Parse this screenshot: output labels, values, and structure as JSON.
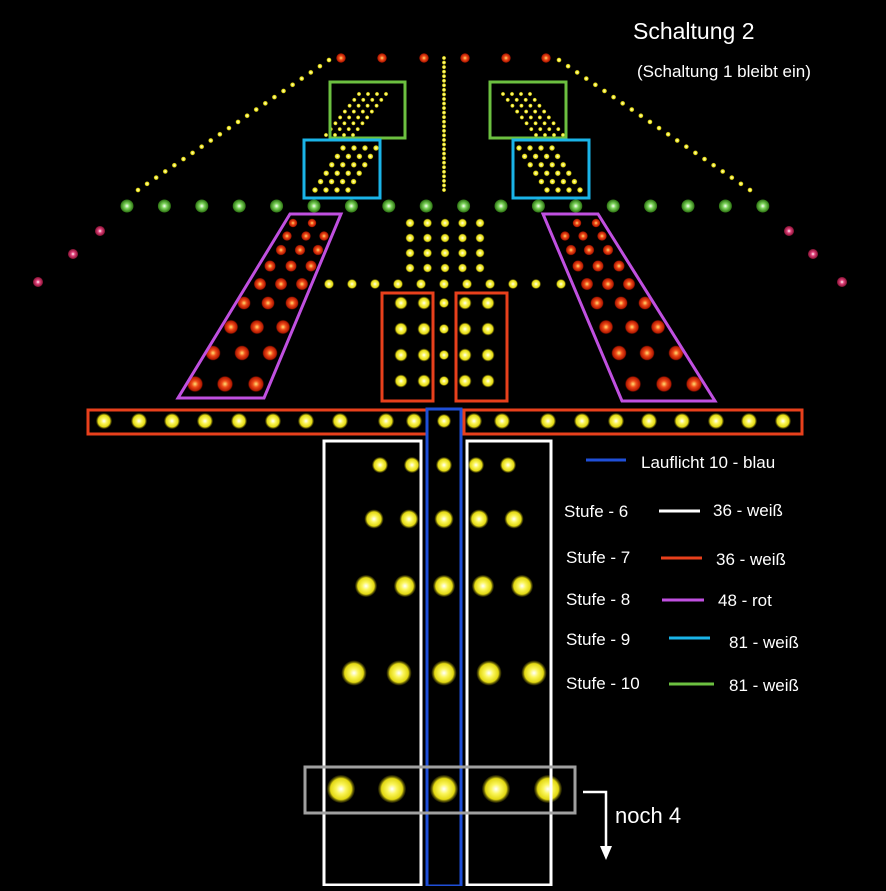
{
  "title": "Schaltung 2",
  "subtitle": "(Schaltung 1 bleibt ein)",
  "legend": [
    {
      "label": "",
      "value": "Lauflicht 10 - blau",
      "color": "#1f4fd8"
    },
    {
      "label": "Stufe - 6",
      "value": "36 - weiß",
      "color": "#ffffff"
    },
    {
      "label": "Stufe - 7",
      "value": "36 - weiß",
      "color": "#e8401c"
    },
    {
      "label": "Stufe - 8",
      "value": "48 - rot",
      "color": "#c050e0"
    },
    {
      "label": "Stufe - 9",
      "value": "81 - weiß",
      "color": "#1ab4e8"
    },
    {
      "label": "Stufe - 10",
      "value": "81 - weiß",
      "color": "#6cc040"
    }
  ],
  "continuation_label": "noch 4",
  "colors": {
    "background": "#000000",
    "lamp_yellow": "#f4f020",
    "lamp_red": "#e83010",
    "lamp_green": "#60c040",
    "lamp_pink": "#d02060",
    "frame_gray": "#a0a0a0"
  }
}
